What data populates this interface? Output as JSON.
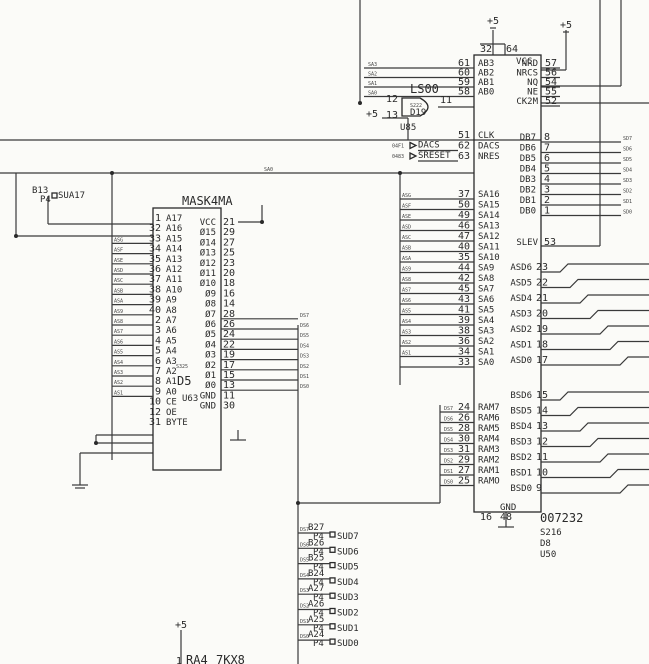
{
  "power": {
    "plus5": "+5"
  },
  "ls00": {
    "inputs": [
      {
        "sig": "SA3",
        "pin": "61",
        "name": "AB3"
      },
      {
        "sig": "SA2",
        "pin": "60",
        "name": "AB2"
      },
      {
        "sig": "SA1",
        "pin": "59",
        "name": "AB1"
      },
      {
        "sig": "SA0",
        "pin": "58",
        "name": "AB0"
      }
    ],
    "title": "LS00",
    "part": "S222",
    "ref": "D19",
    "u": "U85",
    "pin12": "12",
    "pin13": "13",
    "pin11": "11"
  },
  "mask": {
    "title": "MASK4MA",
    "ref": "D5",
    "u": "U63",
    "part": "S325",
    "sa0": "SA0",
    "b13": "B13",
    "p4": "P4",
    "sua17": "SUA17",
    "left": [
      {
        "sig": "",
        "pin": "1",
        "name": "A17"
      },
      {
        "sig": "",
        "pin": "32",
        "name": "A16"
      },
      {
        "sig": "ASG",
        "pin": "33",
        "name": "A15"
      },
      {
        "sig": "ASF",
        "pin": "34",
        "name": "A14"
      },
      {
        "sig": "ASE",
        "pin": "35",
        "name": "A13"
      },
      {
        "sig": "ASD",
        "pin": "36",
        "name": "A12"
      },
      {
        "sig": "ASC",
        "pin": "37",
        "name": "A11"
      },
      {
        "sig": "ASB",
        "pin": "38",
        "name": "A10"
      },
      {
        "sig": "ASA",
        "pin": "39",
        "name": "A9"
      },
      {
        "sig": "AS9",
        "pin": "40",
        "name": "A8"
      },
      {
        "sig": "AS8",
        "pin": "2",
        "name": "A7"
      },
      {
        "sig": "AS7",
        "pin": "3",
        "name": "A6"
      },
      {
        "sig": "AS6",
        "pin": "4",
        "name": "A5"
      },
      {
        "sig": "AS5",
        "pin": "5",
        "name": "A4"
      },
      {
        "sig": "AS4",
        "pin": "6",
        "name": "A3"
      },
      {
        "sig": "AS3",
        "pin": "7",
        "name": "A2"
      },
      {
        "sig": "AS2",
        "pin": "8",
        "name": "A1"
      },
      {
        "sig": "AS1",
        "pin": "9",
        "name": "A0"
      },
      {
        "sig": "",
        "pin": "10",
        "name": "CE"
      },
      {
        "sig": "",
        "pin": "12",
        "name": "OE"
      },
      {
        "sig": "",
        "pin": "31",
        "name": "BYTE"
      }
    ],
    "right": [
      {
        "name": "VCC",
        "pin": "21",
        "sig": ""
      },
      {
        "name": "Ø15",
        "pin": "29",
        "sig": ""
      },
      {
        "name": "Ø14",
        "pin": "27",
        "sig": ""
      },
      {
        "name": "Ø13",
        "pin": "25",
        "sig": ""
      },
      {
        "name": "Ø12",
        "pin": "23",
        "sig": ""
      },
      {
        "name": "Ø11",
        "pin": "20",
        "sig": ""
      },
      {
        "name": "Ø10",
        "pin": "18",
        "sig": ""
      },
      {
        "name": "Ø9",
        "pin": "16",
        "sig": ""
      },
      {
        "name": "Ø8",
        "pin": "14",
        "sig": ""
      },
      {
        "name": "Ø7",
        "pin": "28",
        "sig": "DS7"
      },
      {
        "name": "Ø6",
        "pin": "26",
        "sig": "DS6"
      },
      {
        "name": "Ø5",
        "pin": "24",
        "sig": "DS5"
      },
      {
        "name": "Ø4",
        "pin": "22",
        "sig": "DS4"
      },
      {
        "name": "Ø3",
        "pin": "19",
        "sig": "DS3"
      },
      {
        "name": "Ø2",
        "pin": "17",
        "sig": "DS2"
      },
      {
        "name": "Ø1",
        "pin": "15",
        "sig": "DS1"
      },
      {
        "name": "Ø0",
        "pin": "13",
        "sig": "DS0"
      },
      {
        "name": "GND",
        "pin": "11",
        "sig": ""
      },
      {
        "name": "GND",
        "pin": "30",
        "sig": ""
      }
    ]
  },
  "chip": {
    "title": "007232",
    "part": "S216",
    "ref": "D8",
    "u": "U50",
    "top_pins": [
      "32",
      "64"
    ],
    "vcc": "VCC",
    "top_right": [
      {
        "name": "NRD",
        "pin": "57"
      },
      {
        "name": "NRCS",
        "pin": "56"
      },
      {
        "name": "NQ",
        "pin": "54"
      },
      {
        "name": "NE",
        "pin": "55"
      },
      {
        "name": "CK2M",
        "pin": "52"
      }
    ],
    "clk": [
      {
        "sig": "",
        "pin": "51",
        "name": "CLK"
      },
      {
        "sig": "04F1",
        "pin": "62",
        "name": "DACS",
        "label": "DACS"
      },
      {
        "sig": "0483",
        "pin": "63",
        "name": "NRES",
        "label": "SRESET"
      }
    ],
    "db": [
      {
        "name": "DB7",
        "pin": "8",
        "sig": "SD7"
      },
      {
        "name": "DB6",
        "pin": "7",
        "sig": "SD6"
      },
      {
        "name": "DB5",
        "pin": "6",
        "sig": "SD5"
      },
      {
        "name": "DB4",
        "pin": "5",
        "sig": "SD4"
      },
      {
        "name": "DB3",
        "pin": "4",
        "sig": "SD3"
      },
      {
        "name": "DB2",
        "pin": "3",
        "sig": "SD2"
      },
      {
        "name": "DB1",
        "pin": "2",
        "sig": "SD1"
      },
      {
        "name": "DB0",
        "pin": "1",
        "sig": "SD0"
      }
    ],
    "slev": {
      "name": "SLEV",
      "pin": "53"
    },
    "sa": [
      {
        "sig": "ASG",
        "pin": "37",
        "name": "SA16"
      },
      {
        "sig": "ASF",
        "pin": "50",
        "name": "SA15"
      },
      {
        "sig": "ASE",
        "pin": "49",
        "name": "SA14"
      },
      {
        "sig": "ASD",
        "pin": "46",
        "name": "SA13"
      },
      {
        "sig": "ASC",
        "pin": "47",
        "name": "SA12"
      },
      {
        "sig": "ASB",
        "pin": "40",
        "name": "SA11"
      },
      {
        "sig": "ASA",
        "pin": "35",
        "name": "SA10"
      },
      {
        "sig": "AS9",
        "pin": "44",
        "name": "SA9"
      },
      {
        "sig": "AS8",
        "pin": "42",
        "name": "SA8"
      },
      {
        "sig": "AS7",
        "pin": "45",
        "name": "SA7"
      },
      {
        "sig": "AS6",
        "pin": "43",
        "name": "SA6"
      },
      {
        "sig": "AS5",
        "pin": "41",
        "name": "SA5"
      },
      {
        "sig": "AS4",
        "pin": "39",
        "name": "SA4"
      },
      {
        "sig": "AS3",
        "pin": "38",
        "name": "SA3"
      },
      {
        "sig": "AS2",
        "pin": "36",
        "name": "SA2"
      },
      {
        "sig": "AS1",
        "pin": "34",
        "name": "SA1"
      },
      {
        "sig": "",
        "pin": "33",
        "name": "SA0"
      }
    ],
    "ram": [
      {
        "sig": "DS7",
        "pin": "24",
        "name": "RAM7"
      },
      {
        "sig": "DS6",
        "pin": "26",
        "name": "RAM6"
      },
      {
        "sig": "DS5",
        "pin": "28",
        "name": "RAM5"
      },
      {
        "sig": "DS4",
        "pin": "30",
        "name": "RAM4"
      },
      {
        "sig": "DS3",
        "pin": "31",
        "name": "RAM3"
      },
      {
        "sig": "DS2",
        "pin": "29",
        "name": "RAM2"
      },
      {
        "sig": "DS1",
        "pin": "27",
        "name": "RAM1"
      },
      {
        "sig": "DS0",
        "pin": "25",
        "name": "RAMO"
      }
    ],
    "asd": [
      {
        "name": "ASD6",
        "pin": "23"
      },
      {
        "name": "ASD5",
        "pin": "22"
      },
      {
        "name": "ASD4",
        "pin": "21"
      },
      {
        "name": "ASD3",
        "pin": "20"
      },
      {
        "name": "ASD2",
        "pin": "19"
      },
      {
        "name": "ASD1",
        "pin": "18"
      },
      {
        "name": "ASD0",
        "pin": "17"
      }
    ],
    "bsd": [
      {
        "name": "BSD6",
        "pin": "15"
      },
      {
        "name": "BSD5",
        "pin": "14"
      },
      {
        "name": "BSD4",
        "pin": "13"
      },
      {
        "name": "BSD3",
        "pin": "12"
      },
      {
        "name": "BSD2",
        "pin": "11"
      },
      {
        "name": "BSD1",
        "pin": "10"
      },
      {
        "name": "BSD0",
        "pin": "9"
      }
    ],
    "gnd": {
      "name": "GND",
      "pins": [
        "16",
        "48"
      ]
    }
  },
  "sud": [
    {
      "sig": "DS7",
      "b": "B27",
      "p": "P4",
      "name": "SUD7"
    },
    {
      "sig": "DS6",
      "b": "B26",
      "p": "P4",
      "name": "SUD6"
    },
    {
      "sig": "DS5",
      "b": "B25",
      "p": "P4",
      "name": "SUD5"
    },
    {
      "sig": "DS4",
      "b": "B24",
      "p": "P4",
      "name": "SUD4"
    },
    {
      "sig": "DS3",
      "b": "A27",
      "p": "P4",
      "name": "SUD3"
    },
    {
      "sig": "DS2",
      "b": "A26",
      "p": "P4",
      "name": "SUD2"
    },
    {
      "sig": "DS1",
      "b": "A25",
      "p": "P4",
      "name": "SUD1"
    },
    {
      "sig": "DS0",
      "b": "A24",
      "p": "P4",
      "name": "SUD0"
    }
  ],
  "ra4": {
    "label": "RA4",
    "part": "7KX8",
    "pin": "1"
  }
}
